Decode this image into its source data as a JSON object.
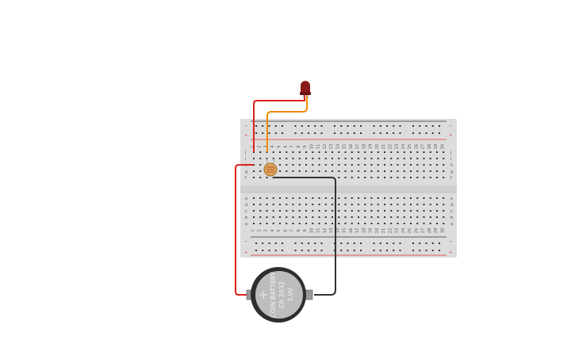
{
  "canvas": {
    "background": "#ffffff"
  },
  "breadboard": {
    "columns": 30,
    "rail_minus": "−",
    "rail_plus": "+",
    "top_row_letters": [
      "j",
      "i",
      "h",
      "g",
      "f"
    ],
    "bottom_row_letters": [
      "e",
      "d",
      "c",
      "b",
      "a"
    ],
    "colors": {
      "body": "#dcdcdc",
      "hole": "#333333",
      "rail_red": "#d33",
      "rail_black": "#333"
    }
  },
  "led": {
    "color": "#8b1a1a"
  },
  "photoresistor": {
    "color": "#d9a45a"
  },
  "battery": {
    "line1": "COIN BATTERY",
    "line2": "CR 2032",
    "line3": "3.0V",
    "body": "#2e2e2e",
    "face": "#bdbdbd"
  },
  "wires": {
    "red": "#e0201c",
    "orange": "#f08a00",
    "black": "#333333"
  }
}
